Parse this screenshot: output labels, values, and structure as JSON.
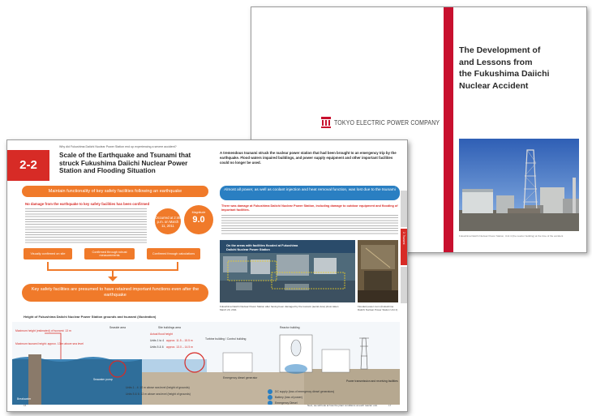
{
  "cover": {
    "title_lines": [
      "The Development of",
      "and Lessons from",
      "the Fukushima Daiichi",
      "Nuclear Accident"
    ],
    "company": "TOKYO ELECTRIC POWER COMPANY",
    "photo_caption": "Fukushima Daiichi Nuclear Power Station, Unit 4 (the reactor building) at the time of the accident",
    "accent_color": "#c8102e"
  },
  "spread": {
    "section_number": "2-2",
    "kicker": "Why did Fukushima Daiichi Nuclear Power Station end up experiencing a severe accident?",
    "title_lines": [
      "Scale of the Earthquake and Tsunami that",
      "struck Fukushima Daiichi Nuclear Power",
      "Station and Flooding Situation"
    ],
    "right_lead": "A tremendous tsunami struck the nuclear power station that had been brought to an emergency trip by the earthquake. Flood waters impaired buildings, and power supply equipment and other important facilities could no longer be used.",
    "orange_bar": "Maintain functionality of key safety facilities following an earthquake",
    "left_subhead": "No damage from the earthquake to key safety facilities has been confirmed",
    "circle1_text": "Occurred at 2:46 p.m. on March 11, 2011",
    "circle2_label": "Magnitude",
    "circle2_value": "9.0",
    "box1": "Visually confirmed on site",
    "box2": "Confirmed through robust measurements",
    "box3": "Confirmed through calculations",
    "orange_banner": "Key safety facilities are presumed to have retained important functions even after the earthquake",
    "blue_bar": "Almost all power, as well as coolant injection and heat removal function, was lost due to the tsunami",
    "right_subhead": "There was damage at Fukushima Daiichi Nuclear Power Station, including damage to outdoor equipment and flooding of important facilities.",
    "photo_inset_title": "On the areas with facilities flooded at Fukushima Daiichi Nuclear Power Station",
    "photo_caption_left": "Fukushima Daiichi Nuclear Power Station after having been damaged by the tsunami (aerial view) photo taken March 20, 2011",
    "photo_caption_right": "Flooded power room (Fukushima Daiichi Nuclear Power Station Unit 2)",
    "side_tab": "2. Tsunami",
    "diagram_title": "Height of Fukushima Daiichi Nuclear Power Station grounds and tsunami (illustration)",
    "footer_text": "Next, we will look at how the plant conditions at each reactor unit.",
    "page_left": "16",
    "page_right": "17",
    "colors": {
      "red": "#d72b26",
      "orange": "#f07a2a",
      "blue": "#2a7fc2"
    }
  },
  "diagram": {
    "seaside_area": "Seaside area",
    "site_area": "Site buildings area",
    "reactor_building": "Reactor building",
    "turbine_building": "Turbine building / Control building",
    "transmission": "Power transmission and receiving facilities",
    "breakwater": "Breakwater",
    "max_height_est": "Maximum height (estimated) of tsunami: 13 m",
    "max_height_rec": "Maximum tsunami height: approx. 13 m above sea level",
    "seawater_pump": "Seawater pump",
    "actual_flood": "Actual flood height",
    "flood_units14": "approx. 11.5 – 15.5 m",
    "flood_units56": "approx. 13.0 – 14.5 m",
    "units_1_4": "Units 1 to 4",
    "units_5_6": "Units 5 & 6",
    "ground_note_1": "Units 1 - 4: 10 m above sea level (height of grounds)",
    "ground_note_2": "Units 5 & 6: 13 m above sea level (height of grounds)",
    "legend_1": "DC supply (loss of emergency diesel generators)",
    "legend_2": "Battery (loss of power)",
    "legend_3": "Emergency Diesel",
    "gen_label": "Emergency diesel generator"
  }
}
